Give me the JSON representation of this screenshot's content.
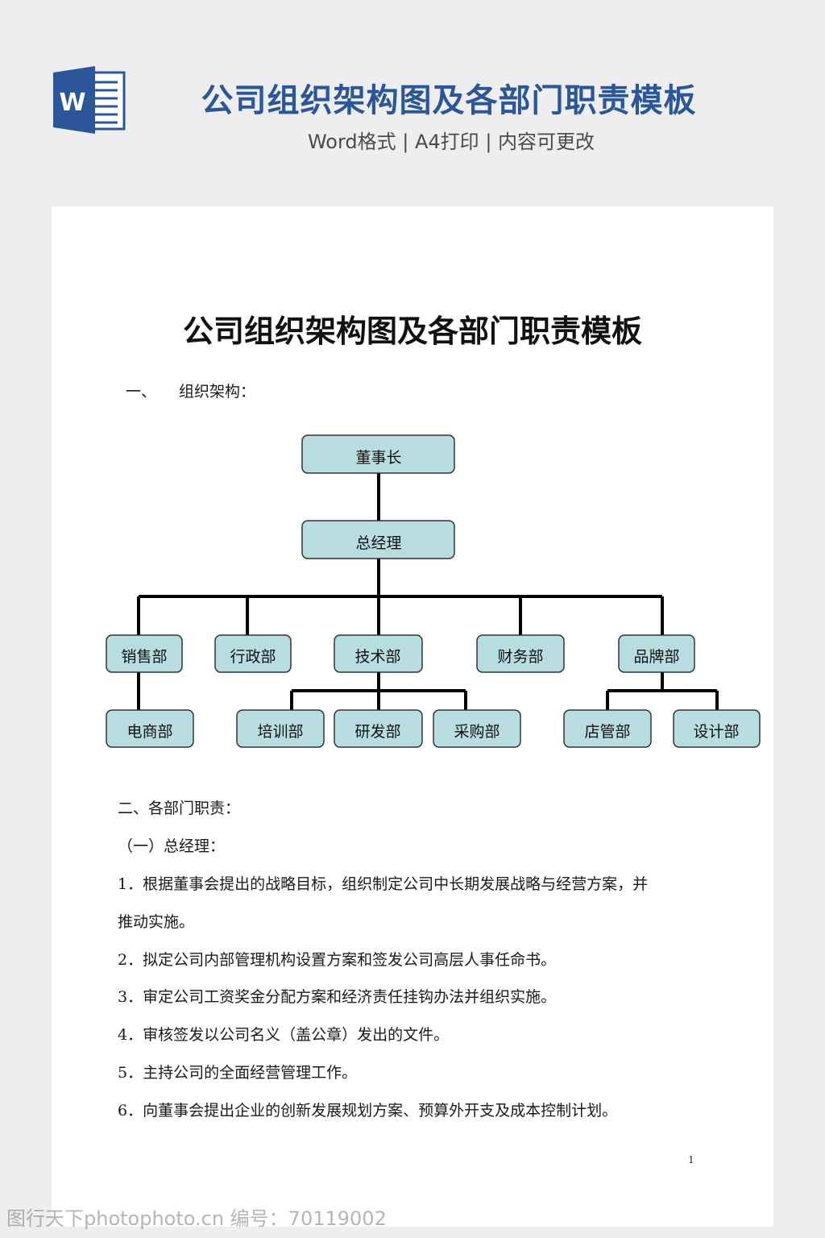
{
  "header": {
    "icon": "word-icon",
    "icon_letter": "W",
    "title": "公司组织架构图及各部门职责模板",
    "subtitle": "Word格式 | A4打印 | 内容可更改"
  },
  "document": {
    "title": "公司组织架构图及各部门职责模板",
    "section1_number": "一、",
    "section1_label": "组织架构：",
    "org_chart": {
      "nodes": {
        "chairman": "董事长",
        "general_manager": "总经理",
        "sales": "销售部",
        "admin": "行政部",
        "tech": "技术部",
        "finance": "财务部",
        "brand": "品牌部",
        "ecommerce": "电商部",
        "training": "培训部",
        "rnd": "研发部",
        "purchasing": "采购部",
        "store_mgmt": "店管部",
        "design": "设计部"
      },
      "node_fill": "#b8dde0"
    },
    "section2_heading": "二、各部门职责：",
    "subsection1_heading": "（一）总经理：",
    "duties": [
      "1．根据董事会提出的战略目标，组织制定公司中长期发展战略与经营方案，并",
      "推动实施。",
      "2．拟定公司内部管理机构设置方案和签发公司高层人事任命书。",
      "3．审定公司工资奖金分配方案和经济责任挂钩办法并组织实施。",
      "4．审核签发以公司名义（盖公章）发出的文件。",
      "5．主持公司的全面经营管理工作。",
      "6．向董事会提出企业的创新发展规划方案、预算外开支及成本控制计划。"
    ],
    "page_number": "1"
  },
  "watermark": "图行天下photophoto.cn 编号：70119002",
  "colors": {
    "background": "#eeeef0",
    "title_blue": "#2b579a",
    "word_blue": "#2b579a"
  }
}
